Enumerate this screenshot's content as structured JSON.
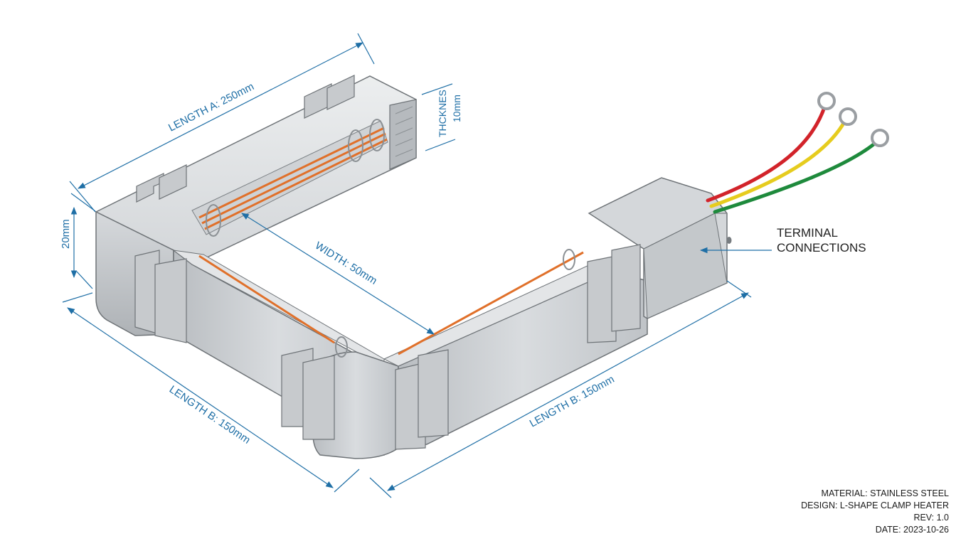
{
  "dimensions": {
    "length_a": "LENGTH A: 250mm",
    "thickness_word": "THCKNES",
    "thickness_value": "10mm",
    "height": "20mm",
    "width": "WIDTH: 50mm",
    "length_b_left": "LENGTH B: 150mm",
    "length_b_right": "LENGTH B: 150mm"
  },
  "callout": {
    "line1": "TERMINAL",
    "line2": "CONNECTIONS"
  },
  "title_block": {
    "material": "MATERIAL: STAINLESS STEEL",
    "design": "DESIGN: L-SHAPE CLAMP HEATER",
    "rev": "REV: 1.0",
    "date": "DATE: 2023-10-26"
  },
  "colors": {
    "dimension": "#1f6fa6",
    "steel": "#c9cccf",
    "element": "#e0702a",
    "wire_red": "#d2232a",
    "wire_yellow": "#e6cc1e",
    "wire_green": "#1e8a3c"
  }
}
